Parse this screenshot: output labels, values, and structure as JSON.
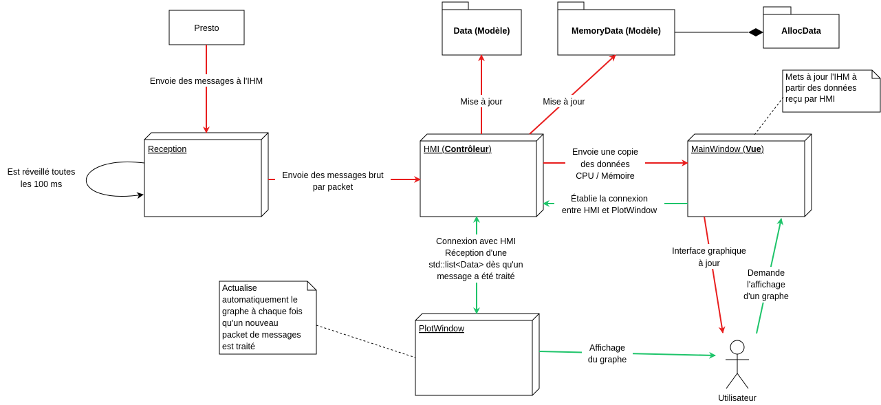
{
  "colors": {
    "red": "#e81e1e",
    "green": "#1ec46a",
    "stroke": "#000000",
    "background": "#ffffff"
  },
  "nodes": {
    "presto": "Presto",
    "data_model": "Data (Modèle)",
    "memorydata_model": "MemoryData (Modèle)",
    "allocdata": "AllocData",
    "reception": "Reception",
    "hmi": {
      "prefix": "HMI (",
      "bold": "Contrôleur",
      "suffix": ")"
    },
    "mainwindow": {
      "prefix": "MainWindow (",
      "bold": "Vue",
      "suffix": ")"
    },
    "plotwindow": "PlotWindow",
    "utilisateur": "Utilisateur"
  },
  "notes": {
    "mainwindow_note": [
      "Mets à jour l'IHM à",
      "partir des données",
      "reçu par HMI"
    ],
    "plotwindow_note": [
      "Actualise",
      "automatiquement le",
      "graphe à chaque fois",
      "qu'un nouveau",
      "packet de messages",
      "est traité"
    ]
  },
  "labels": {
    "presto_reception": "Envoie des messages à l'IHM",
    "self_loop": [
      "Est réveillé toutes",
      "les 100 ms"
    ],
    "reception_hmi": [
      "Envoie des messages brut",
      "par packet"
    ],
    "hmi_data": "Mise à jour",
    "hmi_memorydata": "Mise à jour",
    "hmi_mainwindow": [
      "Envoie une copie",
      "des données",
      "CPU / Mémoire"
    ],
    "mainwindow_hmi": [
      "Établie la connexion",
      "entre HMI et PlotWindow"
    ],
    "hmi_plotwindow": [
      "Connexion avec HMI",
      "Réception d'une",
      "std::list<Data> dès qu'un",
      "message a été traité"
    ],
    "mainwindow_user": [
      "Interface graphique",
      "à jour"
    ],
    "user_mainwindow": [
      "Demande",
      "l'affichage",
      "d'un graphe"
    ],
    "plotwindow_user": [
      "Affichage",
      "du graphe"
    ]
  }
}
